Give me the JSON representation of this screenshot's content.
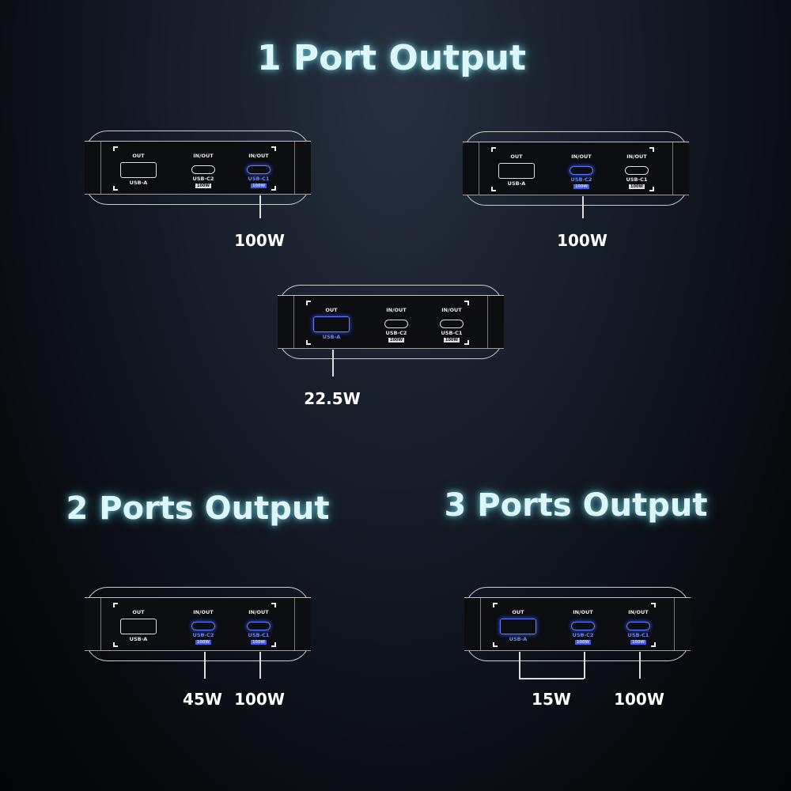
{
  "titles": {
    "one": "1 Port Output",
    "two": "2 Ports Output",
    "three": "3 Ports Output"
  },
  "port_labels": {
    "out": "OUT",
    "inout": "IN/OUT",
    "usb_a": "USB-A",
    "usb_c2": "USB-C2",
    "usb_c1": "USB-C1",
    "badge": "100W"
  },
  "accent_color": "#5b7dff",
  "devices": [
    {
      "id": "one-port-c1",
      "active": [
        "c1"
      ],
      "outputs": [
        {
          "ports": [
            "c1"
          ],
          "label": "100W"
        }
      ]
    },
    {
      "id": "one-port-c2",
      "active": [
        "c2"
      ],
      "outputs": [
        {
          "ports": [
            "c2"
          ],
          "label": "100W"
        }
      ]
    },
    {
      "id": "one-port-a",
      "active": [
        "a"
      ],
      "outputs": [
        {
          "ports": [
            "a"
          ],
          "label": "22.5W"
        }
      ]
    },
    {
      "id": "two-ports",
      "active": [
        "c2",
        "c1"
      ],
      "outputs": [
        {
          "ports": [
            "c2"
          ],
          "label": "45W"
        },
        {
          "ports": [
            "c1"
          ],
          "label": "100W"
        }
      ]
    },
    {
      "id": "three-ports",
      "active": [
        "a",
        "c2",
        "c1"
      ],
      "outputs": [
        {
          "ports": [
            "a",
            "c2"
          ],
          "label": "15W"
        },
        {
          "ports": [
            "c1"
          ],
          "label": "100W"
        }
      ]
    }
  ]
}
